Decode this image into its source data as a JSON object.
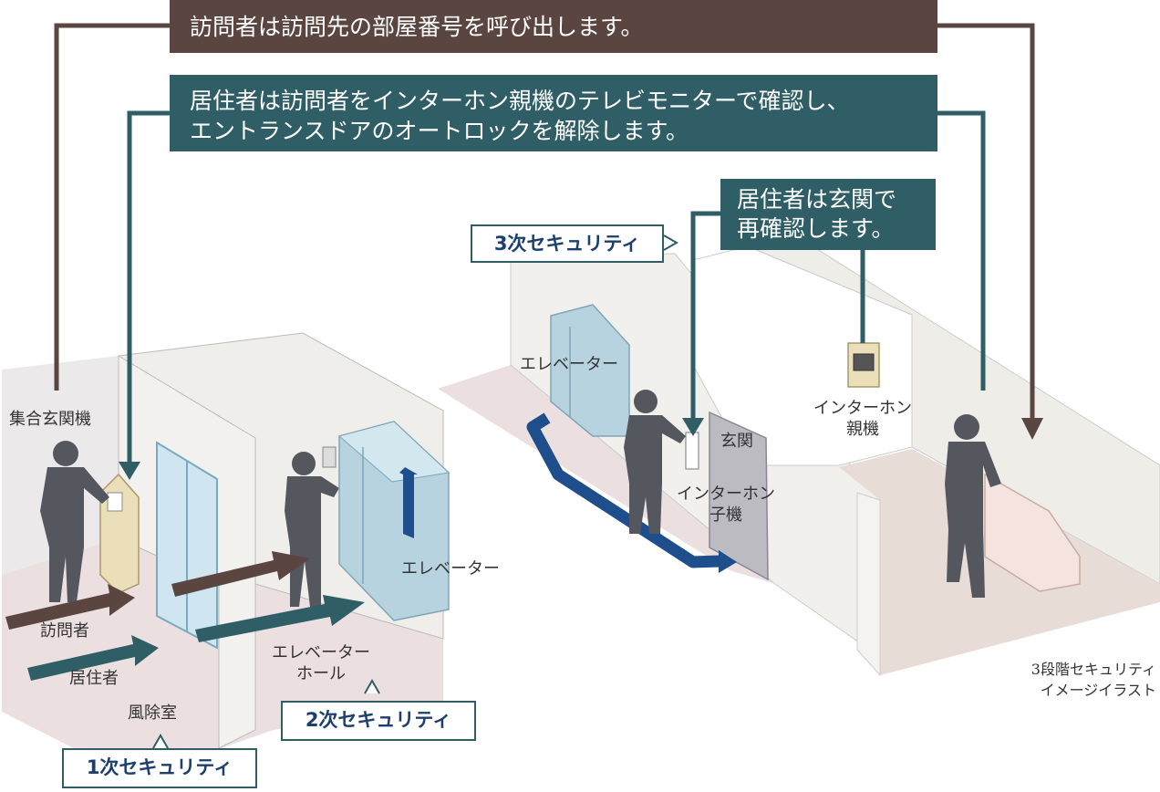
{
  "banners": {
    "visitor_call": "訪問者は訪問先の部屋番号を呼び出します。",
    "resident_confirm_line1": "居住者は訪問者をインターホン親機のテレビモニターで確認し、",
    "resident_confirm_line2": "エントランスドアのオートロックを解除します。",
    "reconfirm_line1": "居住者は玄関で",
    "reconfirm_line2": "再確認します。"
  },
  "security_levels": {
    "first": "1次セキュリティ",
    "second": "2次セキュリティ",
    "third": "3次セキュリティ"
  },
  "labels": {
    "entrance_panel": "集合玄関機",
    "visitor": "訪問者",
    "resident": "居住者",
    "windbreak_room": "風除室",
    "elevator_hall_line1": "エレベーター",
    "elevator_hall_line2": "ホール",
    "elevator_left": "エレベーター",
    "elevator_right": "エレベーター",
    "front_door": "玄関",
    "intercom_child_line1": "インターホン",
    "intercom_child_line2": "子機",
    "intercom_parent_line1": "インターホン",
    "intercom_parent_line2": "親機"
  },
  "caption": {
    "line1": "3段階セキュリティ",
    "line2": "イメージイラスト"
  },
  "colors": {
    "brown": "#5b4540",
    "teal": "#2f5e66",
    "navy": "#1f4e8c"
  }
}
